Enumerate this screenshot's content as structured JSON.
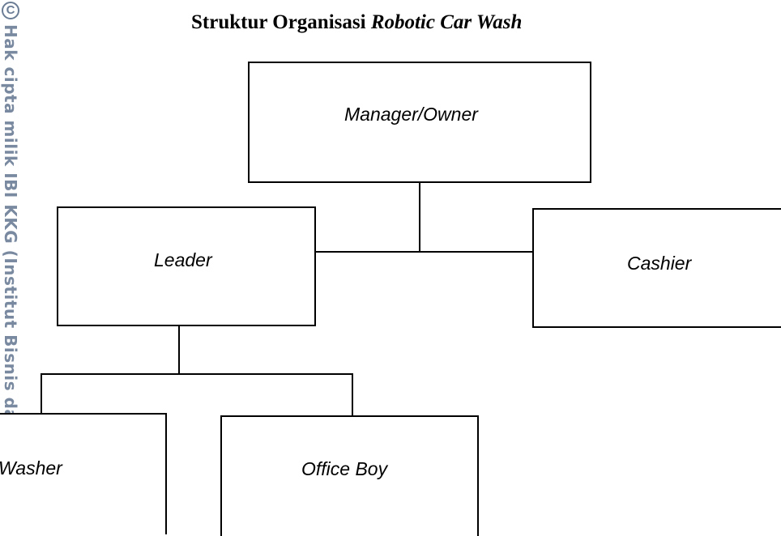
{
  "title": {
    "normal": "Struktur Organisasi ",
    "italic": "Robotic Car Wash"
  },
  "nodes": {
    "manager": "Manager/Owner",
    "leader": "Leader",
    "cashier": "Cashier",
    "washer": "Washer",
    "office_boy": "Office Boy"
  },
  "watermark": {
    "logo": "C",
    "text": "Hak cipta milik IBI KKG (Institut Bisnis dan In"
  }
}
